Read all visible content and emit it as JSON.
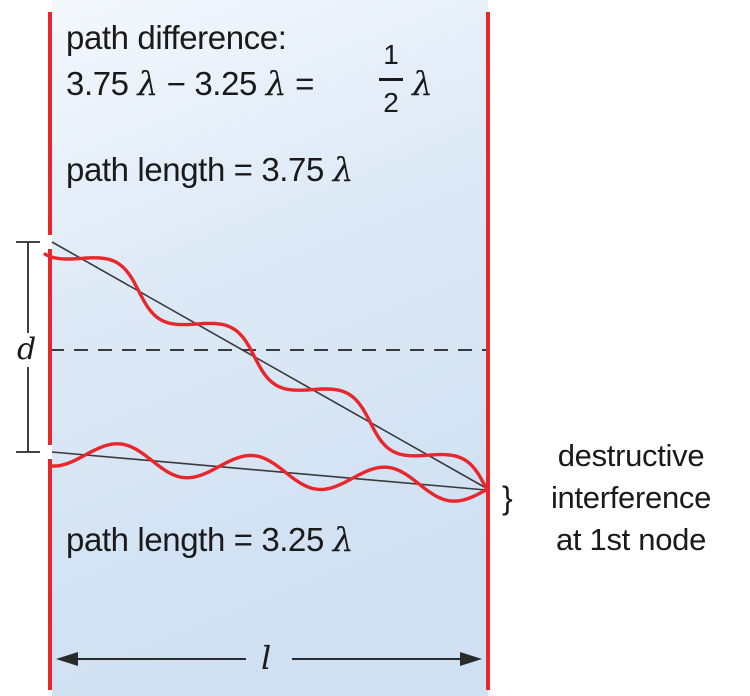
{
  "diff": {
    "heading": "path difference:",
    "expr_left": "3.75",
    "expr_mid": "− 3.25",
    "expr_eq": "=",
    "frac_num": "1",
    "frac_den": "2",
    "lambda": "λ"
  },
  "upper_path": {
    "label": "path length = 3.75",
    "lambda": "λ"
  },
  "lower_path": {
    "label": "path length = 3.25",
    "lambda": "λ"
  },
  "dims": {
    "d": "d",
    "l": "l"
  },
  "result": {
    "brace": "}",
    "line1": "destructive",
    "line2": "interference",
    "line3": "at 1st node"
  },
  "colors": {
    "panel_top": "#f4f8fd",
    "panel_mid": "#dde9f6",
    "panel_bottom": "#cfe0f2",
    "wall": "#e8262b",
    "wave": "#e8262b",
    "ray": "#3a3a3a",
    "ink": "#1a1a1a"
  }
}
